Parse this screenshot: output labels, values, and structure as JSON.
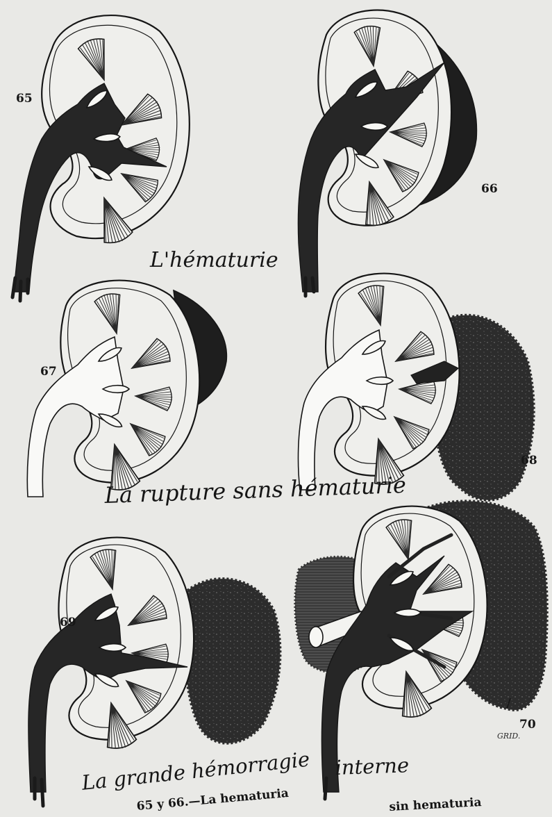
{
  "figures": [
    {
      "number": "65"
    },
    {
      "number": "66"
    },
    {
      "number": "67"
    },
    {
      "number": "68"
    },
    {
      "number": "69"
    },
    {
      "number": "70"
    }
  ],
  "captions": {
    "hematuria": "L'hématurie",
    "rupture": "La rupture sans hématurie",
    "hemorrhage_part1": "La grande hémorragie",
    "hemorrhage_part2": "interne"
  },
  "footer": {
    "line1": "65 y 66.—La hematuria",
    "line2": "sin hematuria"
  },
  "engraver_signature": "GRID.",
  "colors": {
    "paper": "#e9e9e6",
    "kidney": "#efefec",
    "ink": "#161616",
    "hemorrhage": "#2b2b2b"
  }
}
